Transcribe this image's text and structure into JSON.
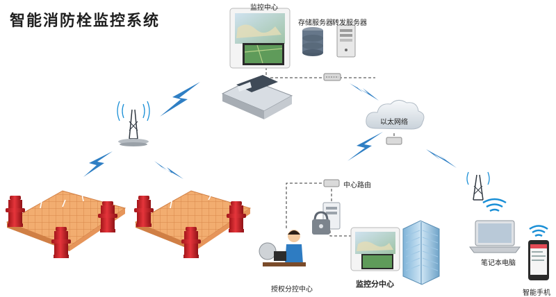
{
  "title": "智能消防栓监控系统",
  "labels": {
    "monitor_center": "监控中心",
    "storage_server": "存储服务器",
    "forward_server": "转发服务器",
    "ethernet": "以太网络",
    "center_router": "中心路由",
    "authorized_branch": "授权分控中心",
    "monitor_branch": "监控分中心",
    "laptop": "笔记本电脑",
    "smartphone": "智能手机"
  },
  "colors": {
    "hydrant": "#d9242a",
    "grid_tile": "#f0a86a",
    "lightning": "#2f7fc4",
    "cloud": "#e6eaee",
    "wifi": "#1a8fd6"
  }
}
